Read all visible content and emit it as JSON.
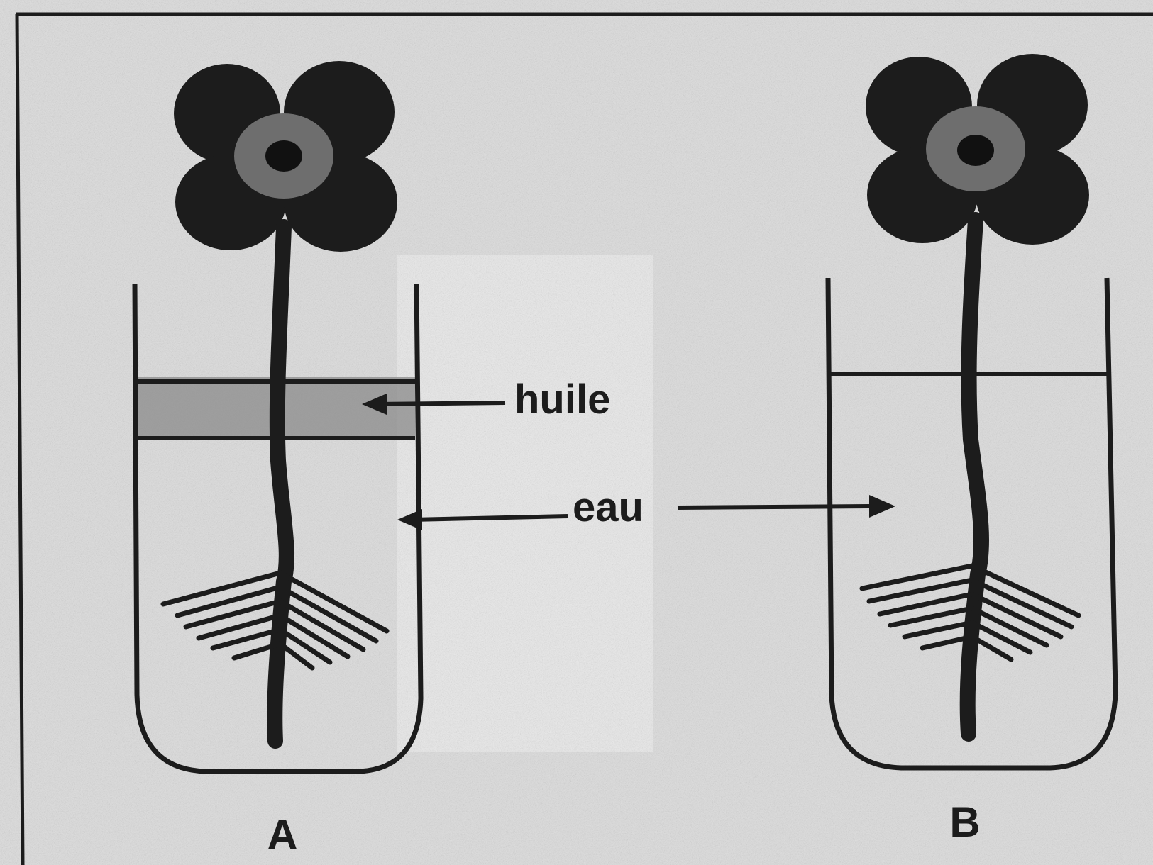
{
  "labels": {
    "oil": "huile",
    "water": "eau",
    "setup_a": "A",
    "setup_b": "B"
  },
  "colors": {
    "ink": "#1c1c1c",
    "paper": "#d9d9d9",
    "paper_light": "#e6e6e6",
    "oil_band": "#8a8a8a"
  }
}
